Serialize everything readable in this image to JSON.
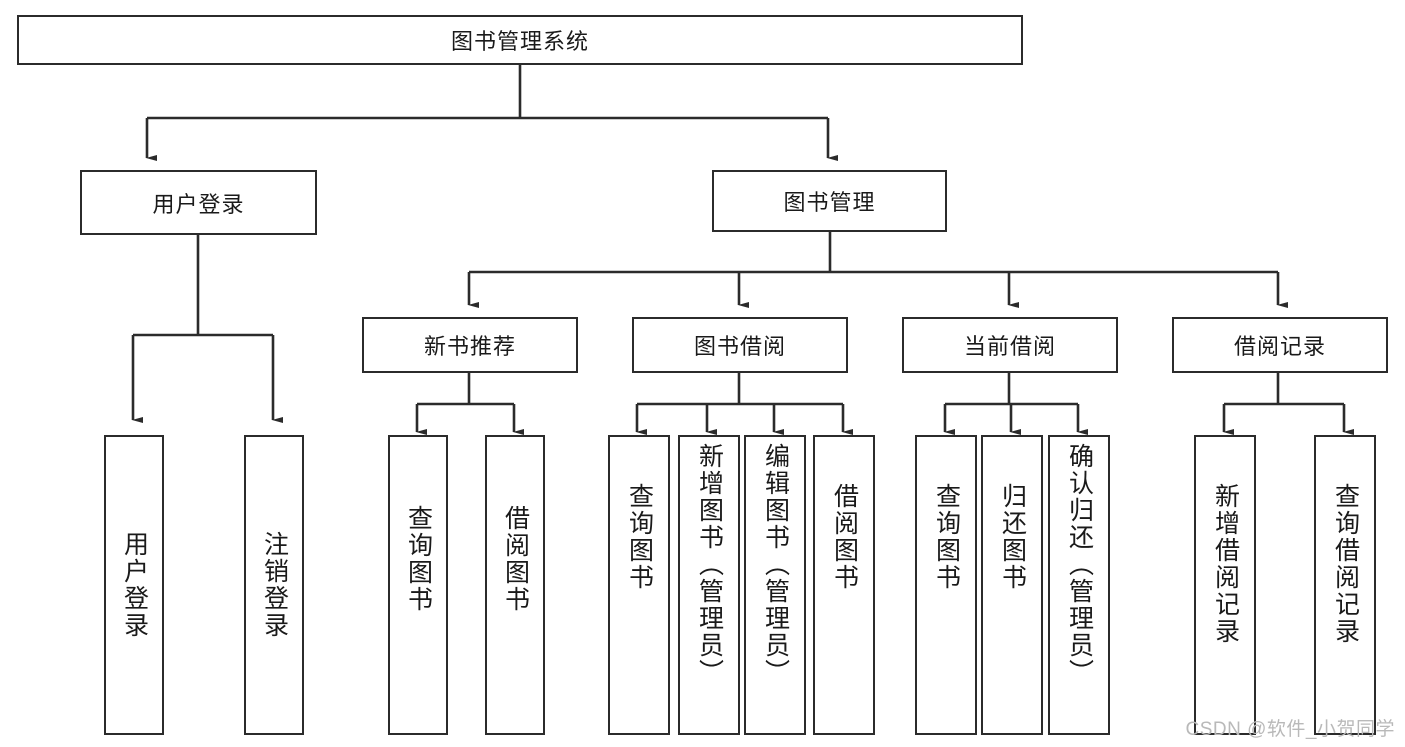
{
  "diagram": {
    "title": "图书管理系统",
    "type": "hierarchy-tree",
    "root": {
      "id": "root",
      "label": "图书管理系统"
    },
    "level2": [
      {
        "id": "user-login",
        "label": "用户登录"
      },
      {
        "id": "book-manage",
        "label": "图书管理"
      }
    ],
    "level3": [
      {
        "id": "new-book-recommend",
        "label": "新书推荐",
        "parent": "book-manage"
      },
      {
        "id": "book-borrow",
        "label": "图书借阅",
        "parent": "book-manage"
      },
      {
        "id": "current-borrow",
        "label": "当前借阅",
        "parent": "book-manage"
      },
      {
        "id": "borrow-record",
        "label": "借阅记录",
        "parent": "book-manage"
      }
    ],
    "leaves": [
      {
        "id": "leaf-user-login",
        "label": "用户登录",
        "parent": "user-login"
      },
      {
        "id": "leaf-logout-login",
        "label": "注销登录",
        "parent": "user-login"
      },
      {
        "id": "leaf-query-book-1",
        "label": "查询图书",
        "parent": "new-book-recommend"
      },
      {
        "id": "leaf-borrow-book-1",
        "label": "借阅图书",
        "parent": "new-book-recommend"
      },
      {
        "id": "leaf-query-book-2",
        "label": "查询图书",
        "parent": "book-borrow"
      },
      {
        "id": "leaf-add-book",
        "label": "新增图书（管理员）",
        "parent": "book-borrow"
      },
      {
        "id": "leaf-edit-book",
        "label": "编辑图书（管理员）",
        "parent": "book-borrow"
      },
      {
        "id": "leaf-borrow-book-2",
        "label": "借阅图书",
        "parent": "book-borrow"
      },
      {
        "id": "leaf-query-book-3",
        "label": "查询图书",
        "parent": "current-borrow"
      },
      {
        "id": "leaf-return-book",
        "label": "归还图书",
        "parent": "current-borrow"
      },
      {
        "id": "leaf-confirm-return",
        "label": "确认归还（管理员）",
        "parent": "current-borrow"
      },
      {
        "id": "leaf-add-borrow-record",
        "label": "新增借阅记录",
        "parent": "borrow-record"
      },
      {
        "id": "leaf-query-borrow-record",
        "label": "查询借阅记录",
        "parent": "borrow-record"
      }
    ],
    "colors": {
      "stroke": "#2b2b2b",
      "fill": "#ffffff",
      "text": "#1a1a1a",
      "watermark": "#b9b9b9"
    }
  },
  "watermark": {
    "text": "CSDN @软件_小贺同学"
  }
}
